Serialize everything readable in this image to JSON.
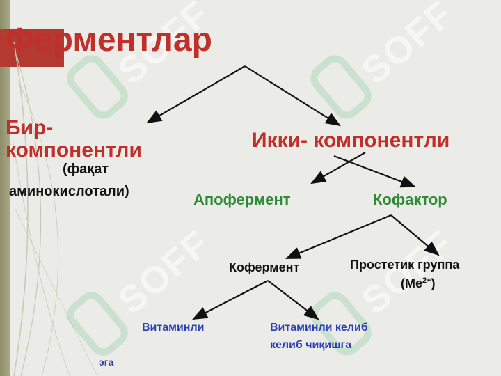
{
  "title": "Ферментлар",
  "nodes": {
    "one_component": {
      "line1": "Бир-",
      "line2": "компонентли",
      "note_line1": "(фақат",
      "note_line2": "аминокислотали)"
    },
    "two_component": "Икки- компонентли",
    "apoenzyme": "Апофермент",
    "cofactor": "Кофактор",
    "coenzyme": "Кофермент",
    "prosthetic": {
      "line1": "Простетик группа",
      "line2_base": "(Me",
      "line2_sup": "2+",
      "line2_end": ")"
    },
    "vitamin_left": "Витаминли",
    "vitamin_right_line1": "Витаминли келиб",
    "vitamin_right_line2": "келиб чиқишга",
    "vitamin_bottom": "эга"
  },
  "watermark": "SOFF",
  "colors": {
    "title_red": "#c0302a",
    "green": "#2e8a35",
    "blue": "#2a3fb0",
    "background": "#ebebe7"
  }
}
